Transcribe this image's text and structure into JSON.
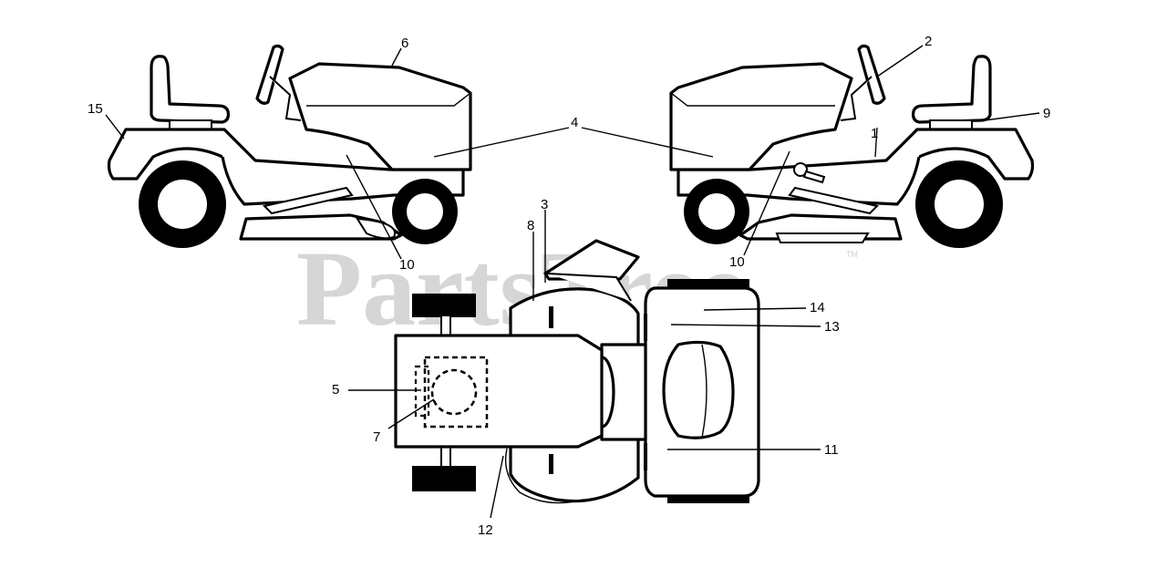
{
  "watermark": {
    "text": "PartsTree",
    "tm": "TM"
  },
  "callouts": [
    {
      "id": "c1",
      "text": "1"
    },
    {
      "id": "c2",
      "text": "2"
    },
    {
      "id": "c3",
      "text": "3"
    },
    {
      "id": "c4",
      "text": "4"
    },
    {
      "id": "c5",
      "text": "5"
    },
    {
      "id": "c6",
      "text": "6"
    },
    {
      "id": "c7",
      "text": "7"
    },
    {
      "id": "c8",
      "text": "8"
    },
    {
      "id": "c9",
      "text": "9"
    },
    {
      "id": "c10a",
      "text": "10"
    },
    {
      "id": "c10b",
      "text": "10"
    },
    {
      "id": "c11",
      "text": "11"
    },
    {
      "id": "c12",
      "text": "12"
    },
    {
      "id": "c13",
      "text": "13"
    },
    {
      "id": "c14",
      "text": "14"
    },
    {
      "id": "c15",
      "text": "15"
    }
  ]
}
